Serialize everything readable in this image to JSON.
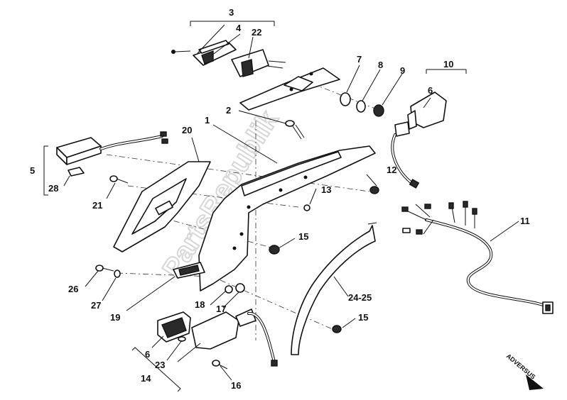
{
  "watermark": "PartsRepublik",
  "direction_marker": "ADVERSUS",
  "callouts": {
    "c1": "1",
    "c2": "2",
    "c3": "3",
    "c4": "4",
    "c22": "22",
    "c5": "5",
    "c28": "28",
    "c6a": "6",
    "c6b": "6",
    "c7": "7",
    "c8": "8",
    "c9": "9",
    "c10": "10",
    "c11": "11",
    "c12": "12",
    "c13": "13",
    "c14": "14",
    "c15a": "15",
    "c15b": "15",
    "c16": "16",
    "c17": "17",
    "c18": "18",
    "c19": "19",
    "c20": "20",
    "c21": "21",
    "c23": "23",
    "c2425": "24-25",
    "c26": "26",
    "c27": "27"
  }
}
